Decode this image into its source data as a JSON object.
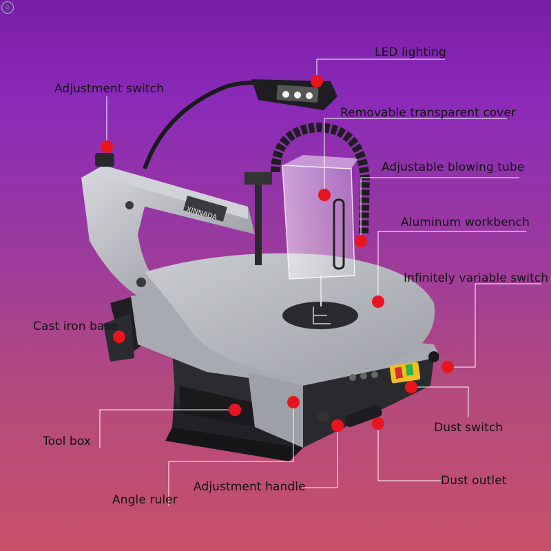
{
  "labels": {
    "led_lighting": "LED lighting",
    "adjustment_switch": "Adjustment switch",
    "removable_cover": "Removable transparent cover",
    "blowing_tube": "Adjustable blowing tube",
    "aluminum_workbench": "Aluminum workbench",
    "variable_switch": "Infinitely variable switch",
    "cast_iron_base": "Cast iron base",
    "tool_box": "Tool box",
    "dust_switch": "Dust switch",
    "adjustment_handle": "Adjustment handle",
    "dust_outlet": "Dust outlet",
    "angle_ruler": "Angle ruler"
  },
  "brand": "XINNADA",
  "colors": {
    "marker": "#e8141e",
    "leader_line": "#ffffff",
    "body_silver": "#b9bcc2",
    "body_dark": "#2a2a2e"
  }
}
